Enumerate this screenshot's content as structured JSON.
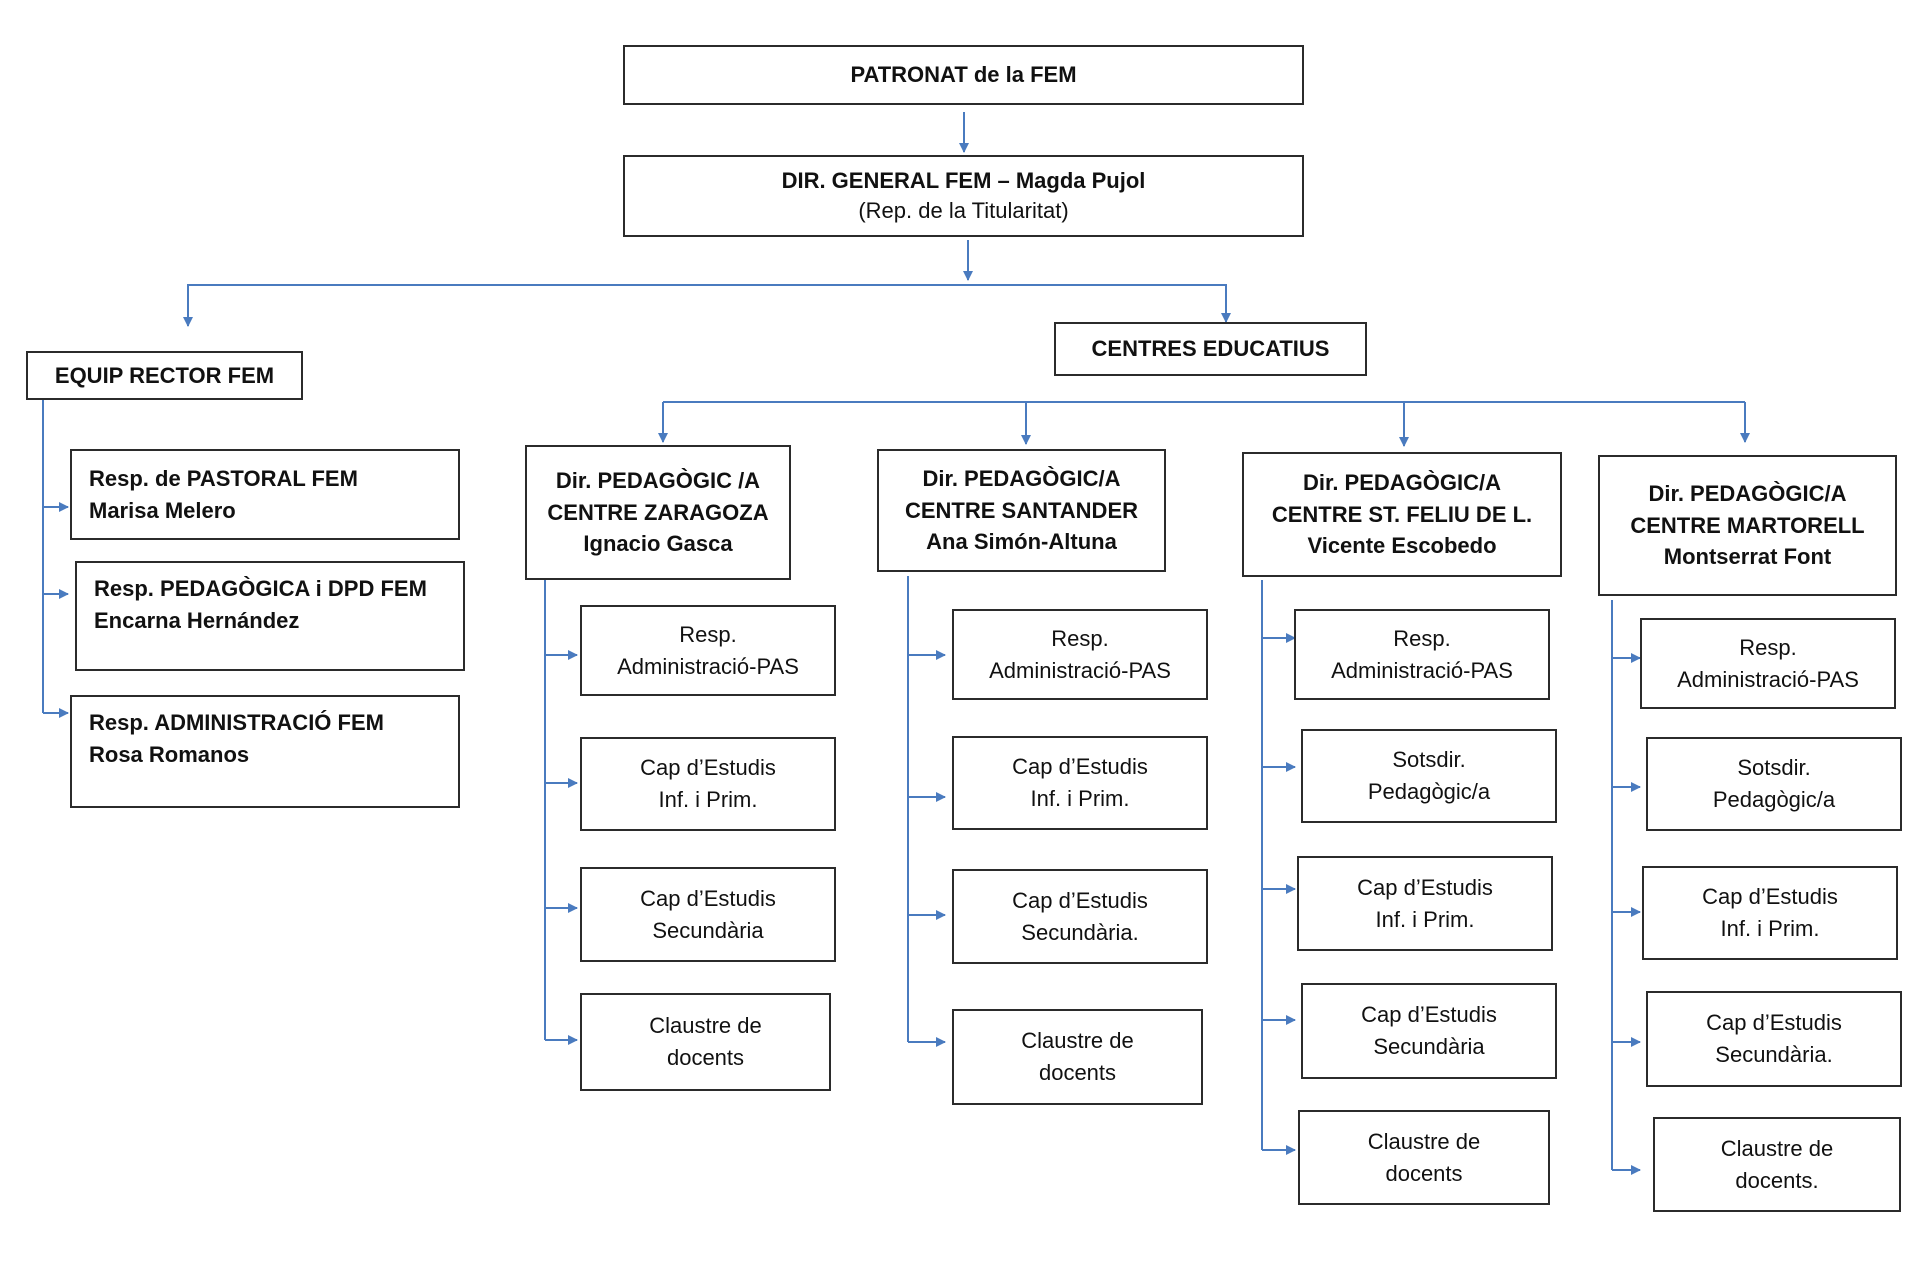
{
  "top": {
    "patronat": "PATRONAT de la FEM",
    "director_line1": "DIR. GENERAL FEM – Magda Pujol",
    "director_line2": "(Rep. de la Titularitat)"
  },
  "equip_rector": {
    "title": "EQUIP RECTOR FEM",
    "members": [
      {
        "line1": "Resp. de  PASTORAL FEM",
        "line2": "Marisa Melero"
      },
      {
        "line1": "Resp. PEDAGÒGICA i DPD FEM",
        "line2": "Encarna Hernández"
      },
      {
        "line1": "Resp. ADMINISTRACIÓ FEM",
        "line2": "Rosa Romanos"
      }
    ]
  },
  "centres": {
    "title": "CENTRES EDUCATIUS",
    "list": [
      {
        "head": [
          "Dir. PEDAGÒGIC /A",
          "CENTRE ZARAGOZA",
          "Ignacio Gasca"
        ],
        "roles": [
          [
            "Resp.",
            "Administració-PAS"
          ],
          [
            "Cap d’Estudis",
            "Inf. i Prim."
          ],
          [
            "Cap  d’Estudis",
            "Secundària"
          ],
          [
            "Claustre  de",
            "docents"
          ]
        ]
      },
      {
        "head": [
          "Dir. PEDAGÒGIC/A",
          "CENTRE SANTANDER",
          "Ana Simón-Altuna"
        ],
        "roles": [
          [
            "Resp.",
            "Administració-PAS"
          ],
          [
            "Cap d’Estudis",
            "Inf. i Prim."
          ],
          [
            "Cap d’Estudis",
            "Secundària."
          ],
          [
            "Claustre de",
            "docents"
          ]
        ]
      },
      {
        "head": [
          "Dir. PEDAGÒGIC/A",
          "CENTRE ST. FELIU DE L.",
          "Vicente Escobedo"
        ],
        "roles": [
          [
            "Resp.",
            "Administració-PAS"
          ],
          [
            "Sotsdir.",
            "Pedagògic/a"
          ],
          [
            "Cap d’Estudis",
            "Inf. i Prim."
          ],
          [
            "Cap d’Estudis",
            "Secundària"
          ],
          [
            "Claustre de",
            "docents"
          ]
        ]
      },
      {
        "head": [
          "Dir. PEDAGÒGIC/A",
          "CENTRE MARTORELL",
          "Montserrat Font"
        ],
        "roles": [
          [
            "Resp.",
            "Administració-PAS"
          ],
          [
            "Sotsdir.",
            "Pedagògic/a"
          ],
          [
            "Cap d’Estudis",
            "Inf. i Prim."
          ],
          [
            "Cap d’Estudis",
            "Secundària."
          ],
          [
            "Claustre de",
            "docents."
          ]
        ]
      }
    ]
  },
  "colors": {
    "connector": "#4a7bbf",
    "border": "#2b2b2b"
  }
}
